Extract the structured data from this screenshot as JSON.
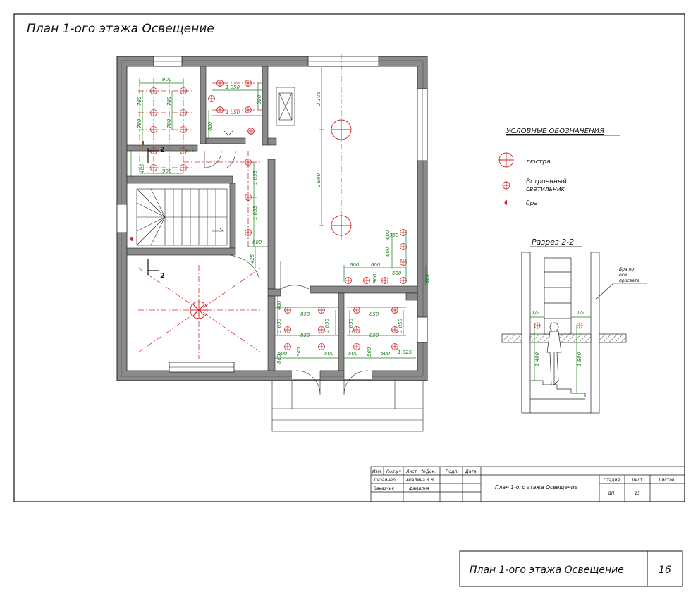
{
  "sheet": {
    "title": "План 1-ого этажа Освещение",
    "footer_title": "План 1-ого этажа Освещение",
    "page_number": "16"
  },
  "legend": {
    "heading": "УСЛОВНЫЕ ОБОЗНАЧЕНИЯ",
    "items": [
      {
        "symbol": "chandelier",
        "label": "люстра"
      },
      {
        "symbol": "recessed",
        "label_line1": "Встроенный",
        "label_line2": "светильник"
      },
      {
        "symbol": "sconce",
        "label": "бра"
      }
    ]
  },
  "section": {
    "title": "Разрез 2-2",
    "note_line1": "Бра по",
    "note_line2": "оси",
    "note_line3": "просвета",
    "dims": {
      "left_height": "1 400",
      "right_height": "1 800",
      "left_half": "1/2",
      "right_half": "1/2"
    }
  },
  "plan": {
    "cut_label": "2",
    "dims": {
      "d900a": "900",
      "d900b": "900",
      "d780a": "780",
      "d780b": "780",
      "d780c": "780",
      "d780d": "780",
      "d475": "475",
      "d405": "405",
      "d1050a": "1 050",
      "d1050b": "1 050",
      "d920": "920",
      "d600a": "600",
      "d2105": "2 105",
      "d2900": "2 900",
      "d1055a": "1 055",
      "d1055b": "1 055",
      "d600b": "600",
      "d425": "425",
      "d600c": "600",
      "d600d": "600",
      "d600e": "600",
      "d350": "350",
      "d600f": "600",
      "d600g": "600",
      "d600h": "600",
      "d400": "400",
      "d850a": "850",
      "d850b": "850",
      "d850c": "850",
      "d850d": "850",
      "d1050c": "1 050",
      "d1050d": "1 050",
      "d1050e": "1 050",
      "d1050f": "1 050",
      "d500a": "500",
      "d500b": "500",
      "d500c": "500",
      "d500d": "500",
      "d500e": "500",
      "d500f": "500",
      "d1025": "1 025",
      "d800": "800",
      "d900c": "900"
    }
  },
  "title_block": {
    "col_izm": "Изм.",
    "col_kol": "Кол.уч",
    "col_list": "Лист",
    "col_doc": "№Док.",
    "col_podp": "Подп.",
    "col_date": "Дата",
    "row1_role": "Дизайнер",
    "row1_name": "Абалина К.В.",
    "row2_role": "Заказчик",
    "row2_name": "фамилия",
    "drawing_name": "План 1-ого этажа Освещение",
    "stage_label": "Стадия",
    "sheet_label": "Лист",
    "sheets_label": "Листов",
    "stage_value": "ДП",
    "sheet_value": "15"
  }
}
